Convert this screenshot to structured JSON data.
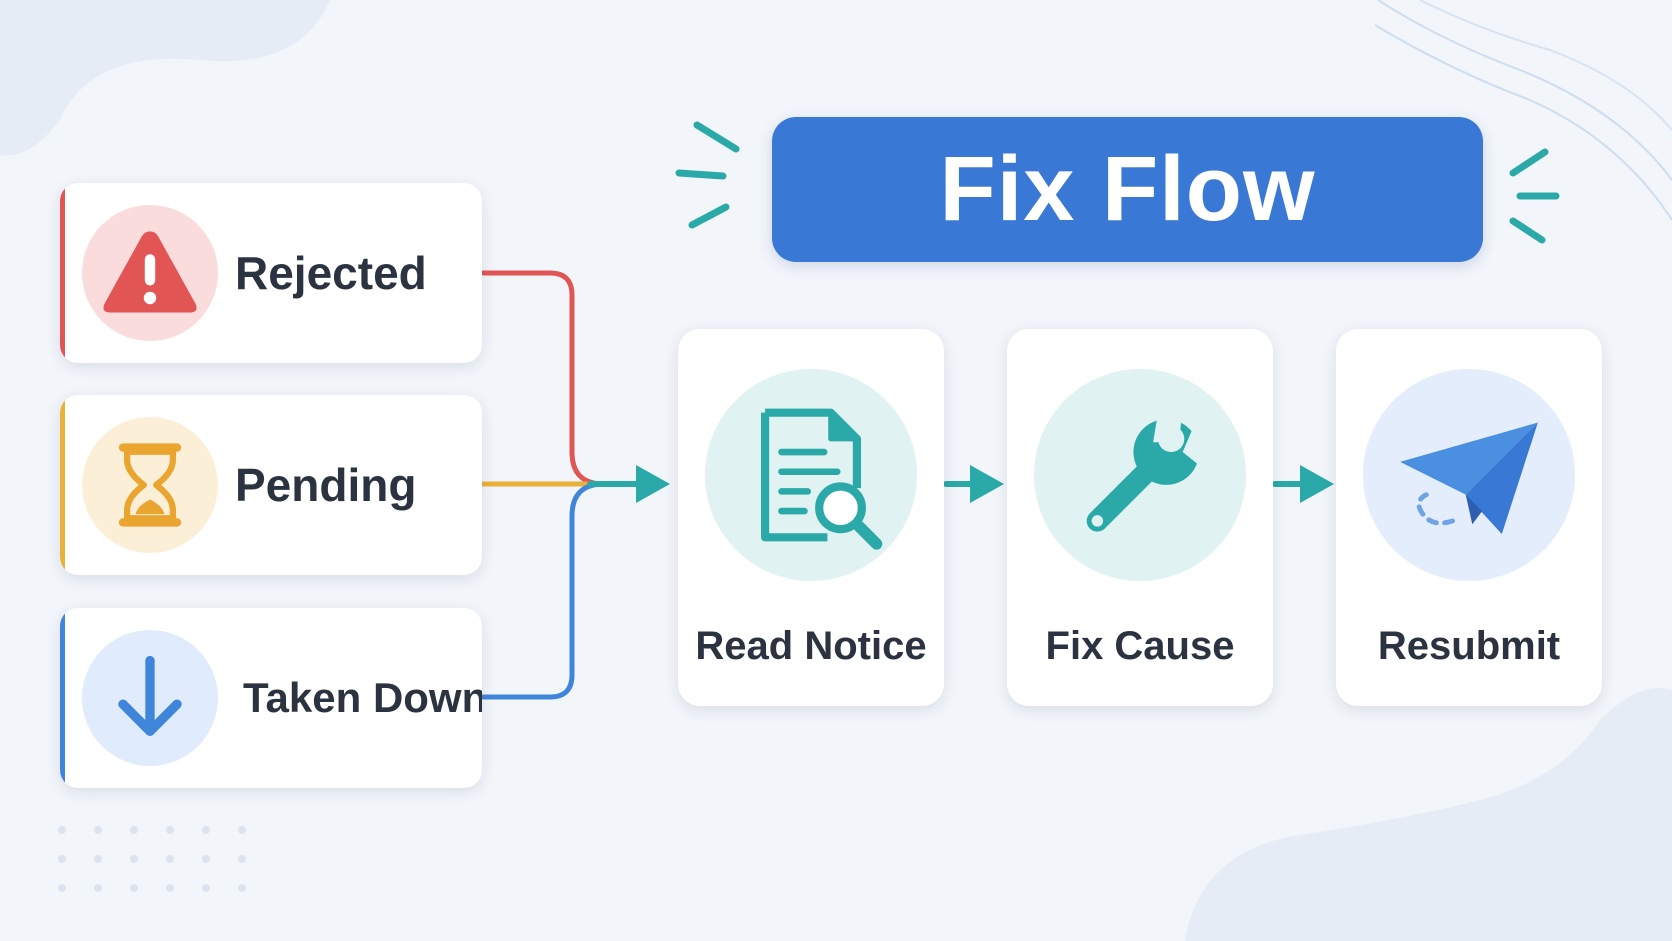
{
  "title": "Fix Flow",
  "colors": {
    "title_bg": "#3a78d6",
    "rejected": "#e25555",
    "pending": "#e9b03a",
    "taken_down": "#3f86db",
    "teal": "#2aa9a8",
    "text": "#2b3340"
  },
  "statuses": [
    {
      "label": "Rejected",
      "icon": "warning-icon",
      "color": "#e25555"
    },
    {
      "label": "Pending",
      "icon": "hourglass-icon",
      "color": "#e9b03a"
    },
    {
      "label": "Taken Down",
      "icon": "arrow-down-icon",
      "color": "#3f86db"
    }
  ],
  "steps": [
    {
      "label": "Read Notice",
      "icon": "document-search-icon"
    },
    {
      "label": "Fix Cause",
      "icon": "wrench-icon"
    },
    {
      "label": "Resubmit",
      "icon": "paper-plane-icon"
    }
  ]
}
